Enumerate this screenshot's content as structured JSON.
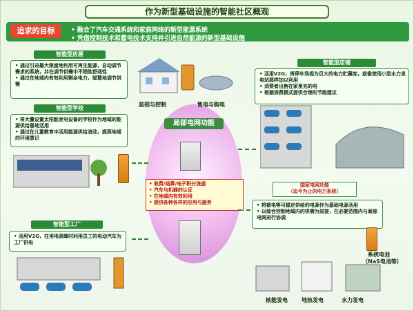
{
  "title": "作为新型基础设施的智能社区概观",
  "goal": {
    "label": "追求的目标",
    "items": [
      "• 融合了汽车交通系统和家庭网络的新型能源系统",
      "• 凭借控制技术和蓄电技术支持并引进自然能源的新型基础设施"
    ]
  },
  "sections": {
    "house": {
      "title": "智能型房屋",
      "items": [
        "• 通过引进最大限度地利用可再生能源，自动调节需求的系统，并在调节供需中不牺牲舒适性",
        "• 通过在地域内有效利用剩余电力，聪慧地调节供需"
      ]
    },
    "school": {
      "title": "智能型学校",
      "items": [
        "• 将大量设置太阳能发电设备的学校作为地域的能源供给基地活用",
        "• 通过在儿童教育中活用能源供给流动，提高地域的环境意识"
      ]
    },
    "factory": {
      "title": "智能型工厂",
      "items": [
        "• 活用V2G，在用电高峰时利用员工的电动汽车为工厂供电"
      ]
    },
    "store": {
      "title": "智能型店铺",
      "items": [
        "• 活用V2G，将停车场视为巨大的电力贮藏库，就像使用小型水力发电站那样加以利用",
        "• 消费者出售在家里充的电",
        "• 根据消费模式提供合理的节能建议"
      ]
    },
    "grid": {
      "title_line1": "国家电网功能",
      "title_line2": "（迄今为止的电力系统）",
      "items": [
        "• 将被电等可稳定供给的电源作为基础电源活用",
        "• 以综合控制地域内的供需为前提，在必要范围内与局部电网进行协调"
      ]
    }
  },
  "center": {
    "title": "局部电网功能",
    "items": [
      "• 收费/结算/电子积分流通",
      "• 汽车与机器的认证",
      "• 在地域内有效利用",
      "• 提供各种各样的应用与服务"
    ]
  },
  "labels": {
    "monitor": "监视与控制",
    "trade": "售电与购电",
    "system_battery_line1": "系统电池",
    "system_battery_line2": "（NaS电池等）",
    "nuclear": "核能发电",
    "thermal": "地热发电",
    "hydro": "水力发电"
  }
}
